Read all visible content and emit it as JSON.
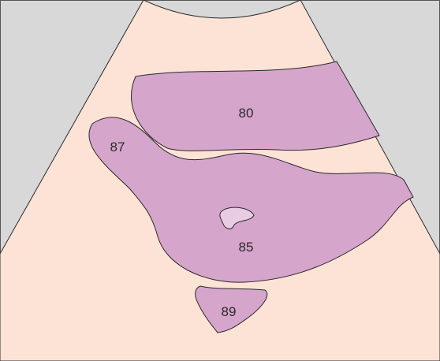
{
  "colors": {
    "background": "#d8d8d8",
    "scan_fan": "#fde3d6",
    "region_fill": "#d5a5cb",
    "small_region_fill": "#e9cce3",
    "outline": "#2a2a2a"
  },
  "regions": [
    {
      "id": "80",
      "label": "80"
    },
    {
      "id": "87",
      "label": "87"
    },
    {
      "id": "85",
      "label": "85"
    },
    {
      "id": "89",
      "label": "89"
    }
  ]
}
